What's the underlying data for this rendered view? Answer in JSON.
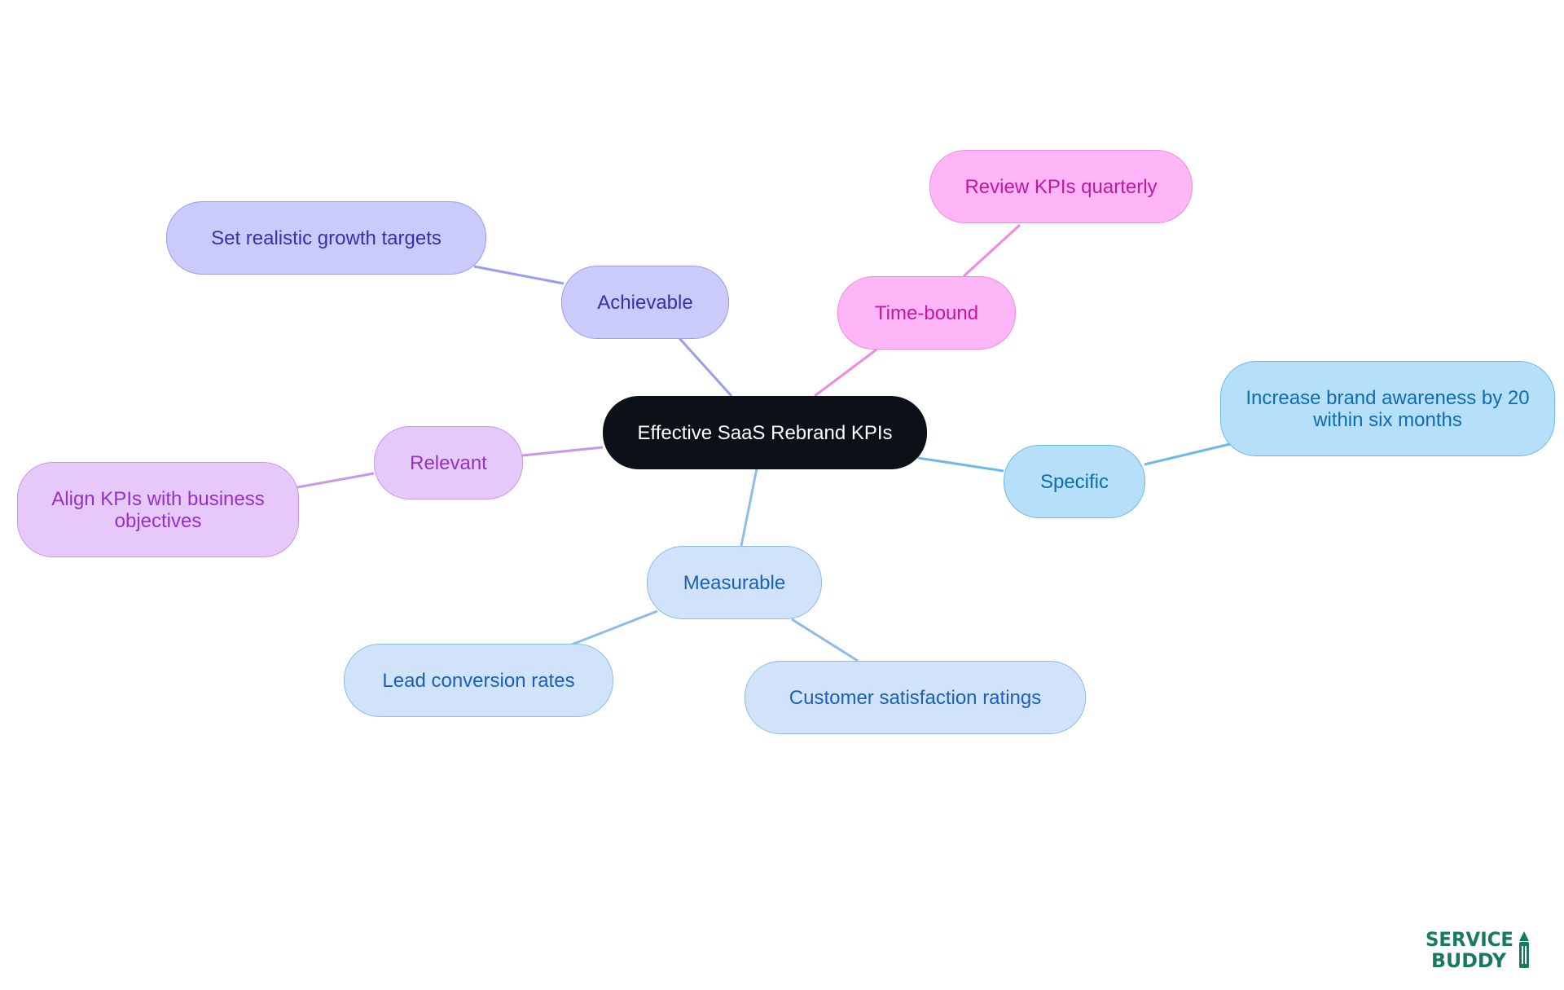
{
  "mindmap": {
    "center": "Effective SaaS Rebrand KPIs",
    "branches": {
      "achievable": {
        "label": "Achievable",
        "children": [
          "Set realistic growth targets"
        ]
      },
      "time_bound": {
        "label": "Time-bound",
        "children": [
          "Review KPIs quarterly"
        ]
      },
      "relevant": {
        "label": "Relevant",
        "children": [
          "Align KPIs with business objectives"
        ]
      },
      "specific": {
        "label": "Specific",
        "children": [
          "Increase brand awareness by 20 within six months"
        ]
      },
      "measurable": {
        "label": "Measurable",
        "children": [
          "Lead conversion rates",
          "Customer satisfaction ratings"
        ]
      }
    }
  },
  "colors": {
    "center": "#0c1118",
    "measurable": "#d0e3fa",
    "specific": "#b6dff9",
    "time_bound": "#ffb6f6",
    "achievable": "#cacbfb",
    "relevant": "#e7c8fa",
    "logo": "#177a5c"
  },
  "logo": {
    "line1": "SERVICE",
    "line2": "BUDDY"
  }
}
